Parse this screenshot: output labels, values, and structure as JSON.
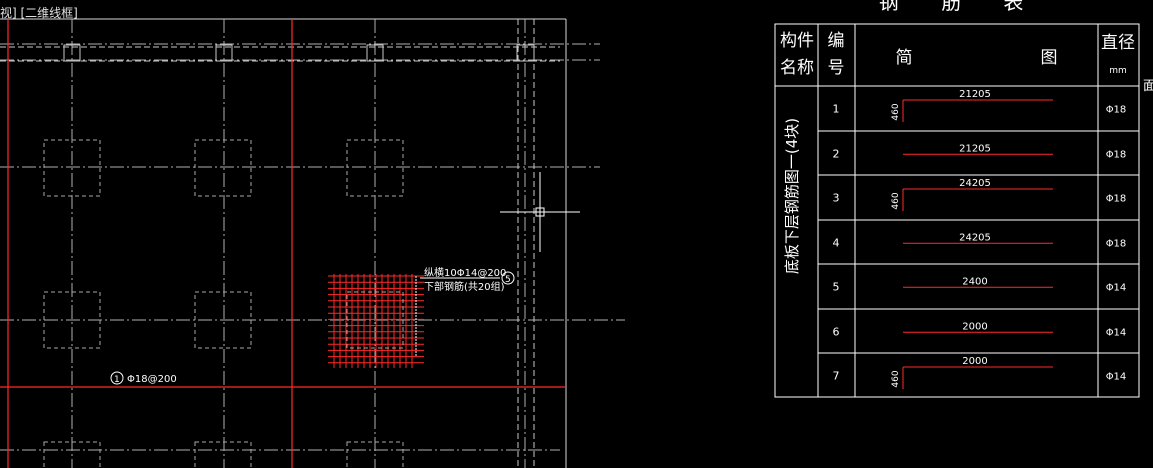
{
  "viewport": {
    "label": "视] [二维线框]"
  },
  "plan": {
    "rebar_note_line1": "纵横10Φ14@200",
    "rebar_note_line2": "下部钢筋(共20组)",
    "rebar_note_marker": "5",
    "bottom_rebar_marker": "1",
    "bottom_rebar_label": "Φ18@200"
  },
  "rebar_table": {
    "title": "钢 筋 表",
    "headers": {
      "component_name": [
        "构件",
        "名称"
      ],
      "number": [
        "编",
        "号"
      ],
      "sketch_left": "简",
      "sketch_right": "图",
      "diameter": "直径",
      "diameter_unit": "mm"
    },
    "component_label": "底板下层钢筋图一(4块)",
    "rows": [
      {
        "no": "1",
        "length": "21205",
        "hook": "460",
        "dia": "Φ18"
      },
      {
        "no": "2",
        "length": "21205",
        "hook": "",
        "dia": "Φ18"
      },
      {
        "no": "3",
        "length": "24205",
        "hook": "460",
        "dia": "Φ18"
      },
      {
        "no": "4",
        "length": "24205",
        "hook": "",
        "dia": "Φ18"
      },
      {
        "no": "5",
        "length": "2400",
        "hook": "",
        "dia": "Φ14"
      },
      {
        "no": "6",
        "length": "2000",
        "hook": "",
        "dia": "Φ14"
      },
      {
        "no": "7",
        "length": "2000",
        "hook": "460",
        "dia": "Φ14"
      }
    ],
    "edge_fragment": "面"
  },
  "colors": {
    "background": "#000000",
    "grid": "#bdbdbd",
    "axis": "#ff2a2a",
    "rebar": "#ff2a2a",
    "table_line": "#ffffff",
    "text": "#ffffff"
  }
}
